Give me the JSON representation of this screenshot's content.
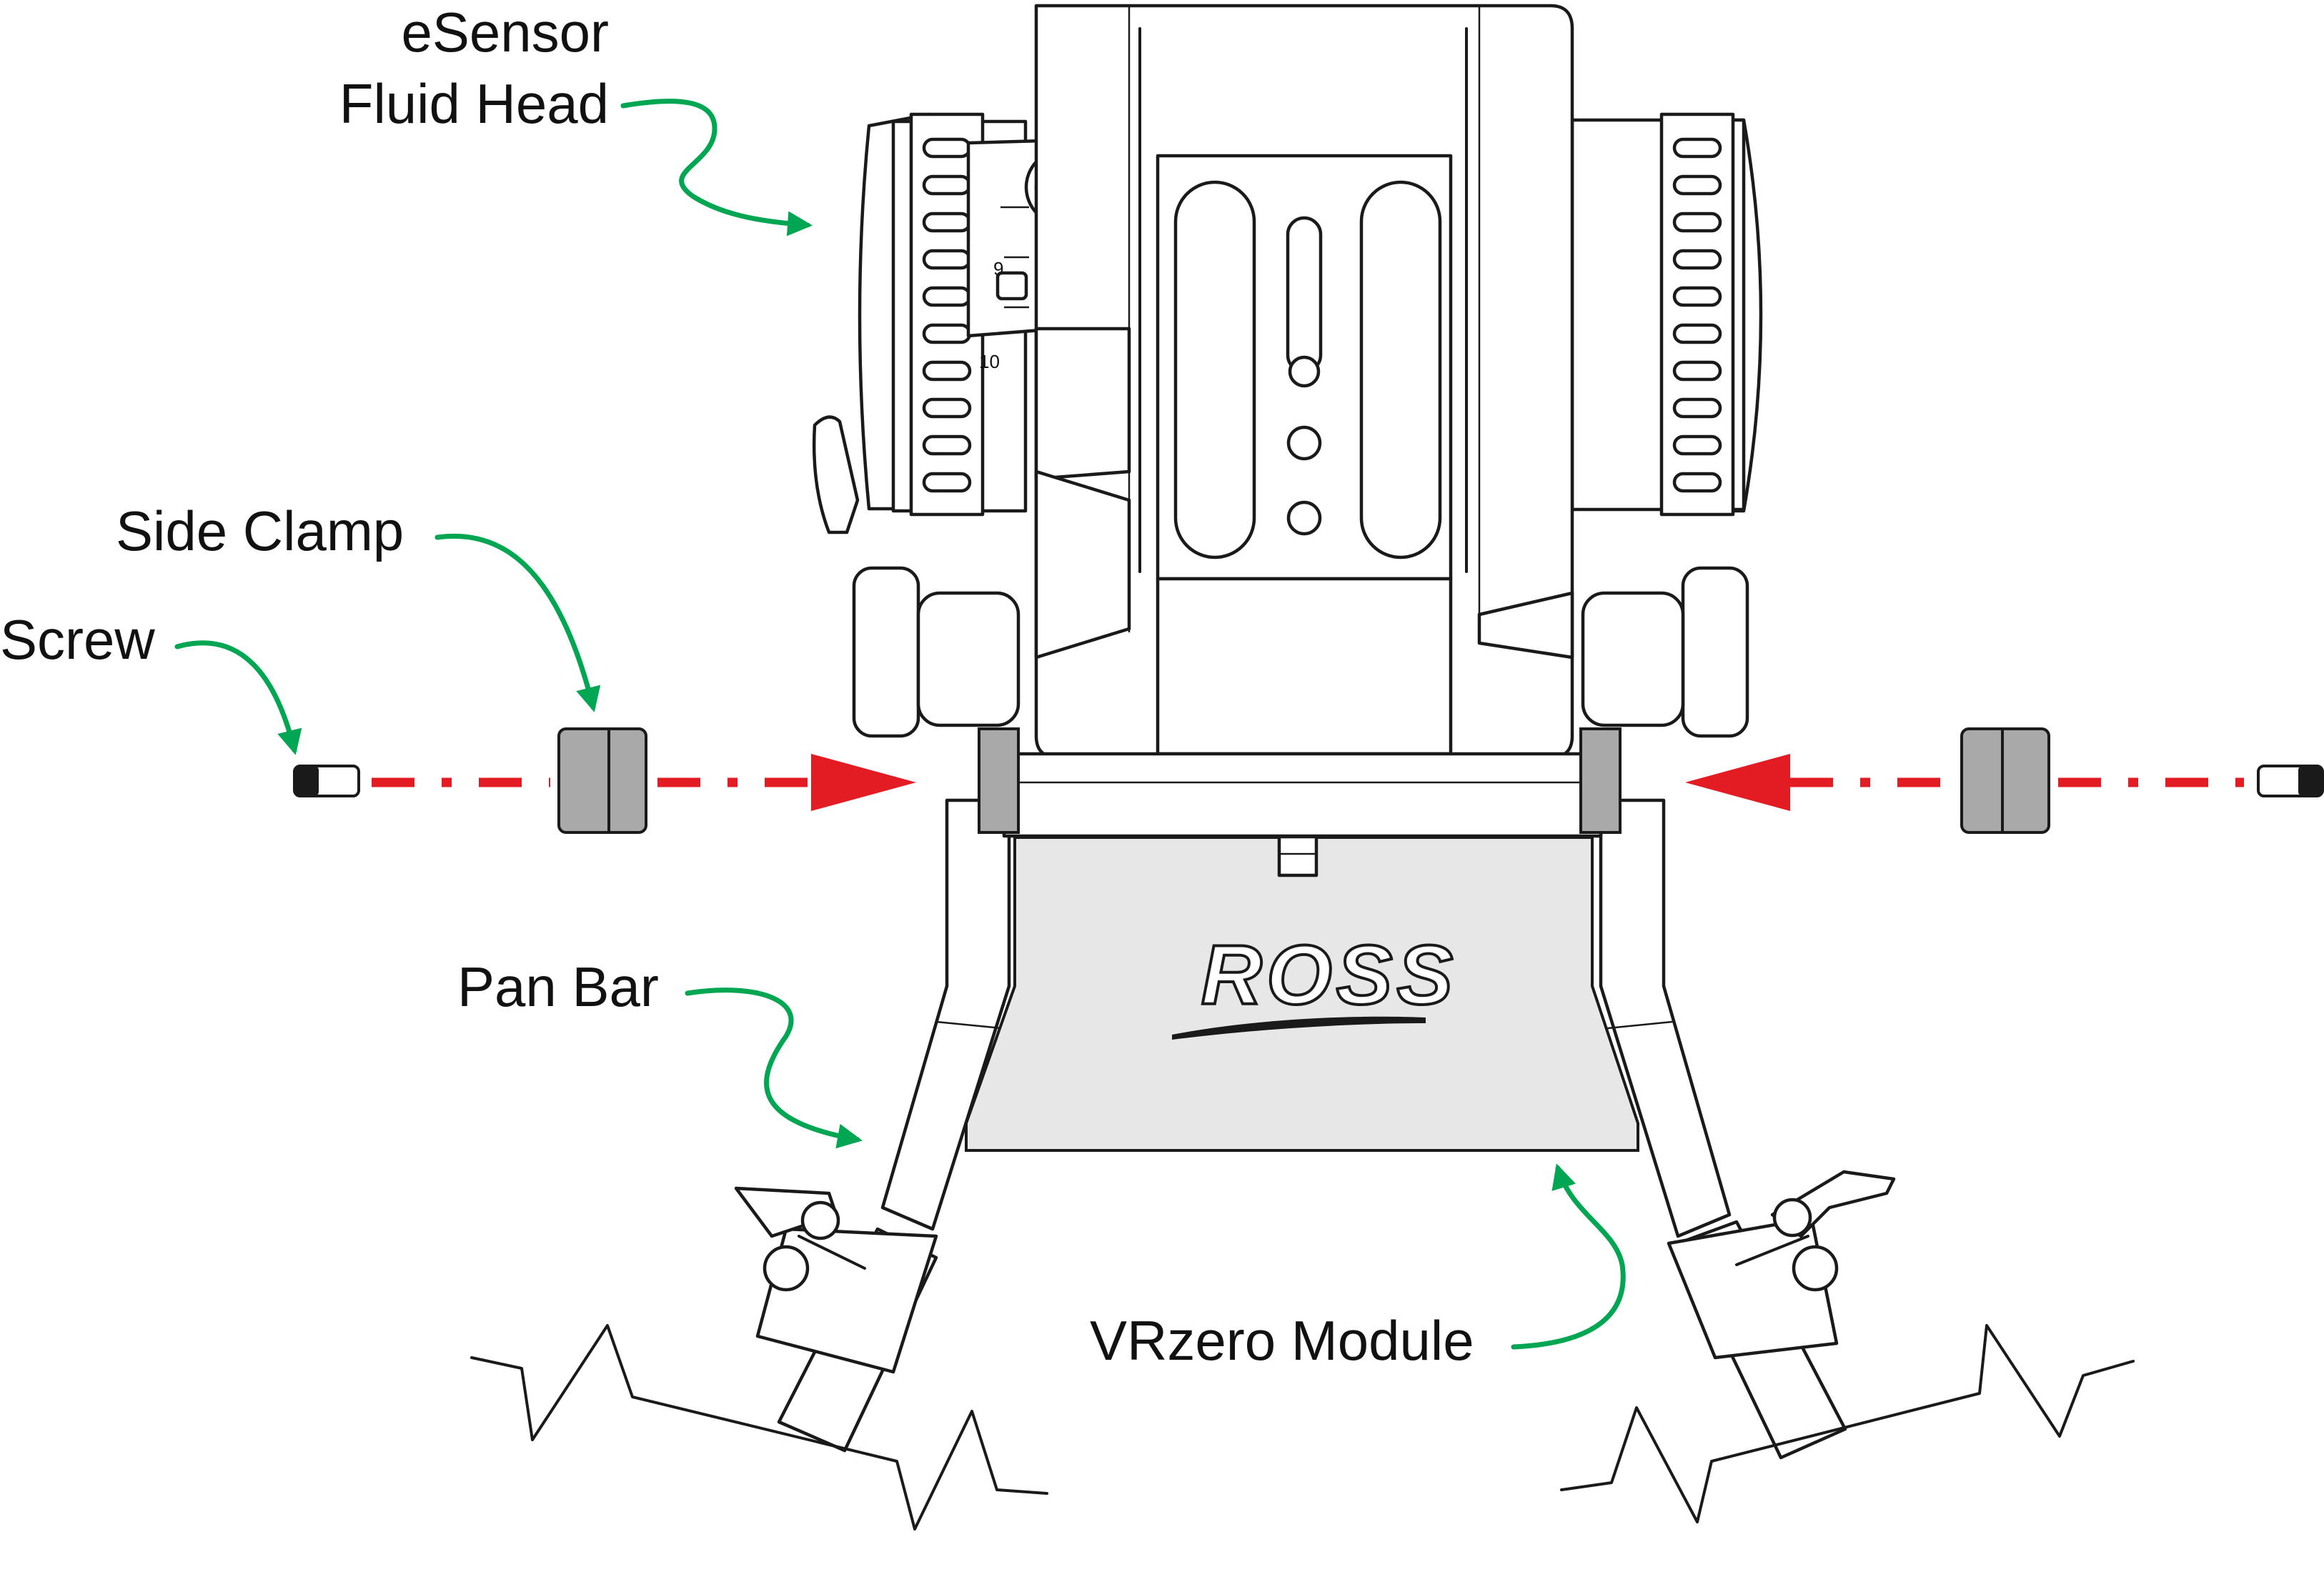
{
  "labels": {
    "fluid_head_line1": "eSensor",
    "fluid_head_line2": "Fluid Head",
    "side_clamp": "Side Clamp",
    "screw": "Screw",
    "pan_bar": "Pan Bar",
    "vrzero_module": "VRzero Module"
  },
  "logo_text": "ROSS",
  "dial_marks": {
    "mark_9": "9",
    "mark_10": "10"
  },
  "colors": {
    "callout_arrow": "#00a651",
    "assembly_arrow": "#e31b23",
    "module_fill": "#e6e7e6",
    "clamp_fill": "#a9a9a9"
  }
}
